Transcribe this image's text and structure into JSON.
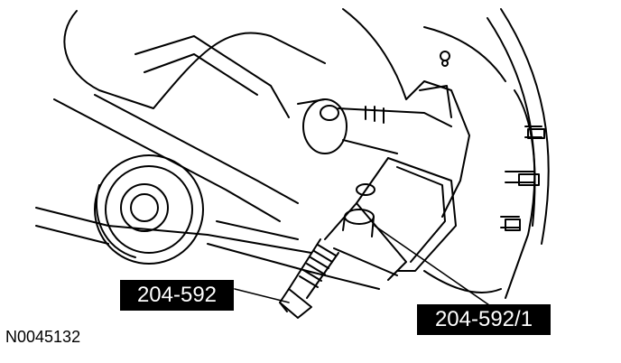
{
  "callouts": [
    {
      "text": "204-592"
    },
    {
      "text": "204-592/1"
    }
  ],
  "figure_id": "N0045132",
  "colors": {
    "ink": "#000000",
    "paper": "#ffffff",
    "label_bg": "#000000",
    "label_text": "#ffffff"
  }
}
